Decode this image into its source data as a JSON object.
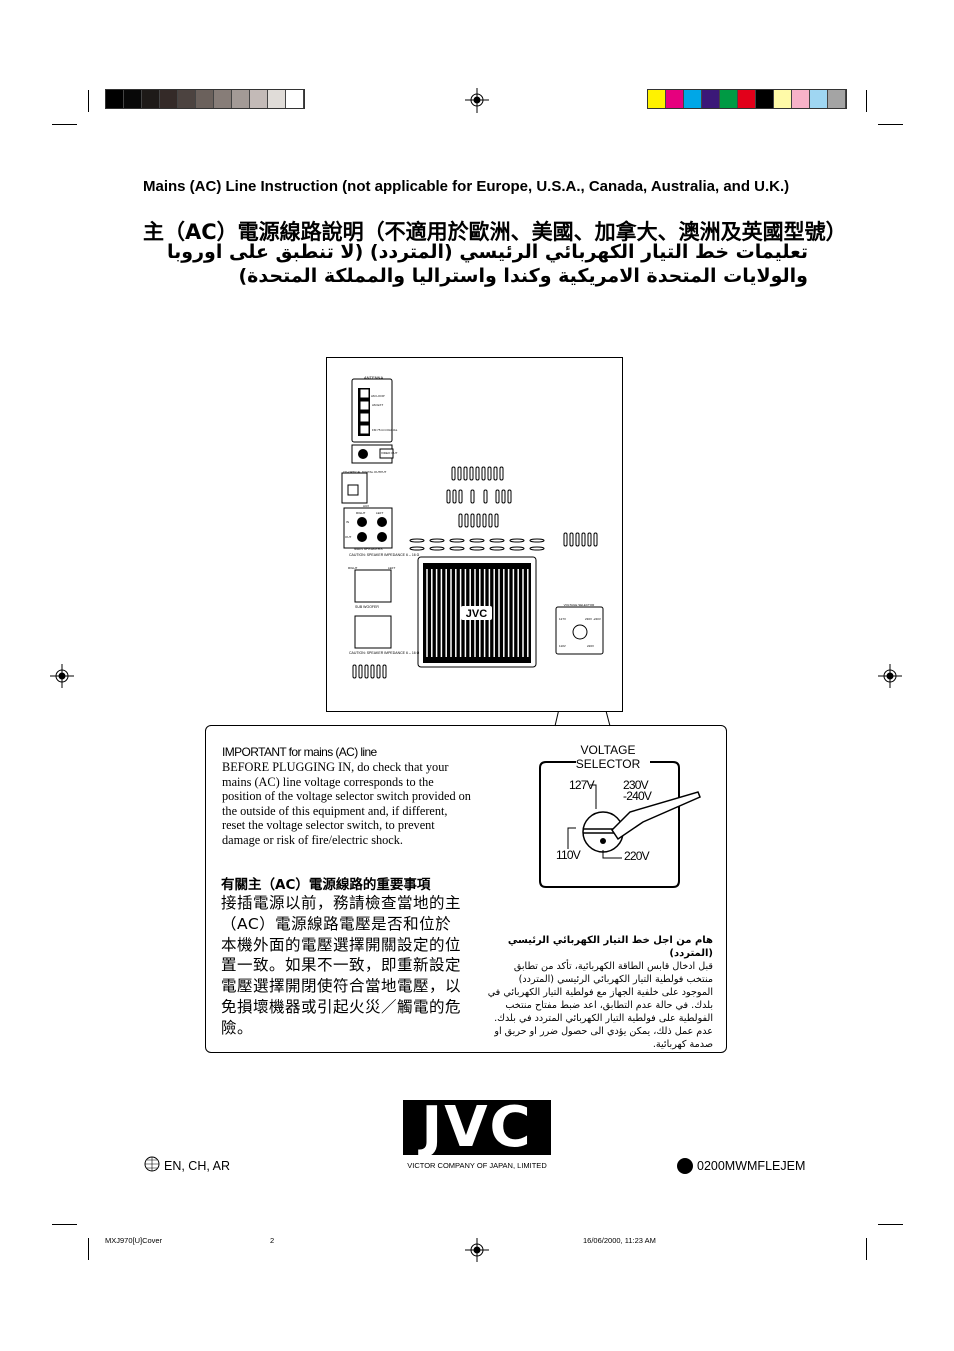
{
  "color_bars": {
    "grays": [
      "#000000",
      "#080808",
      "#1e1a18",
      "#342a28",
      "#4c4340",
      "#6b615c",
      "#877d78",
      "#a39a96",
      "#c3bab7",
      "#e0dcd8",
      "#ffffff"
    ],
    "colors": [
      "#fff200",
      "#e6007e",
      "#00a7e7",
      "#3b1878",
      "#009a44",
      "#e2001a",
      "#000000",
      "#fffaa8",
      "#f7b2c8",
      "#9fd6f2",
      "#a4a4a4"
    ]
  },
  "header": {
    "title_en": "Mains (AC) Line Instruction (not applicable for Europe, U.S.A., Canada, Australia, and U.K.)",
    "title_zh": "主（AC）電源線路說明（不適用於歐洲、美國、加拿大、澳洲及英國型號）",
    "title_ar": "تعليمات خط التيار الكهربائي الرئيسي (المتردد) (لا تنطبق على اوروبا والولايات المتحدة الامريكية وكندا واستراليا والمملكة المتحدة)"
  },
  "diagram": {
    "antenna": "ANTENNA",
    "am_ext": "AM EXT",
    "am_loop": "AM LOOP",
    "fm": "FM 75 Ω COAXIAL",
    "video_out": "VIDEO OUT",
    "cd_optical": "CD-OPTICAL DIGITAL OUTPUT",
    "aux": "AUX",
    "right": "RIGHT",
    "left": "LEFT",
    "in": "IN",
    "out": "OUT",
    "main_speakers": "MAIN SPEAKERS",
    "caution": "CAUTION: SPEAKER IMPEDANCE 6 – 16 Ω",
    "sub_woofer": "SUB WOOFER",
    "brand": "JVC",
    "voltage_selector": "VOLTAGE SELECTOR",
    "v127": "127V",
    "v230": "230V -240V",
    "v110": "110V",
    "v220": "220V"
  },
  "callout": {
    "important_heading": "IMPORTANT for mains (AC) line",
    "important_body": "BEFORE PLUGGING IN, do check that your mains (AC) line voltage corresponds to the position of the voltage selector switch provided on the outside of this equipment and, if different, reset the voltage selector switch, to prevent damage or risk of fire/electric shock.",
    "zh_heading": "有關主（AC）電源線路的重要事項",
    "zh_body": "接插電源以前，務請檢查當地的主（AC）電源線路電壓是否和位於本機外面的電壓選擇開關設定的位置一致。如果不一致，即重新設定電壓選擇開閉使符合當地電壓，以免損壞機器或引起火災／觸電的危險。",
    "ar_heading": "هام من اجل خط التيار الكهربائي الرئيسي (المتردد)",
    "ar_body": "قبل ادخال قابس الطاقة الكهربائية، تأكد من تطابق منتخب فولطية التيار الكهربائي الرئيسي (المتردد) الموجود على خلفية الجهاز مع فولطية التيار الكهربائي في بلدك. في حالة عدم التطابق، اعد ضبط مفتاح منتخب الفولطية على فولطية التيار الكهربائي المتردد في بلدك. عدم عمل ذلك، يمكن يؤدي الى حصول ضرر او حريق او صدمة كهربائية.",
    "voltage_selector_l1": "VOLTAGE",
    "voltage_selector_l2": "SELECTOR",
    "v127": "127V",
    "v230": "230V",
    "v240": "-240V",
    "v110": "110V",
    "v220": "220V"
  },
  "footer": {
    "languages": "EN, CH, AR",
    "logo": "JVC",
    "company": "VICTOR COMPANY OF JAPAN, LIMITED",
    "code": "0200MWMFLEJEM",
    "slug_file": "MXJ970[U]Cover",
    "slug_page": "2",
    "slug_date": "16/06/2000, 11:23 AM"
  }
}
